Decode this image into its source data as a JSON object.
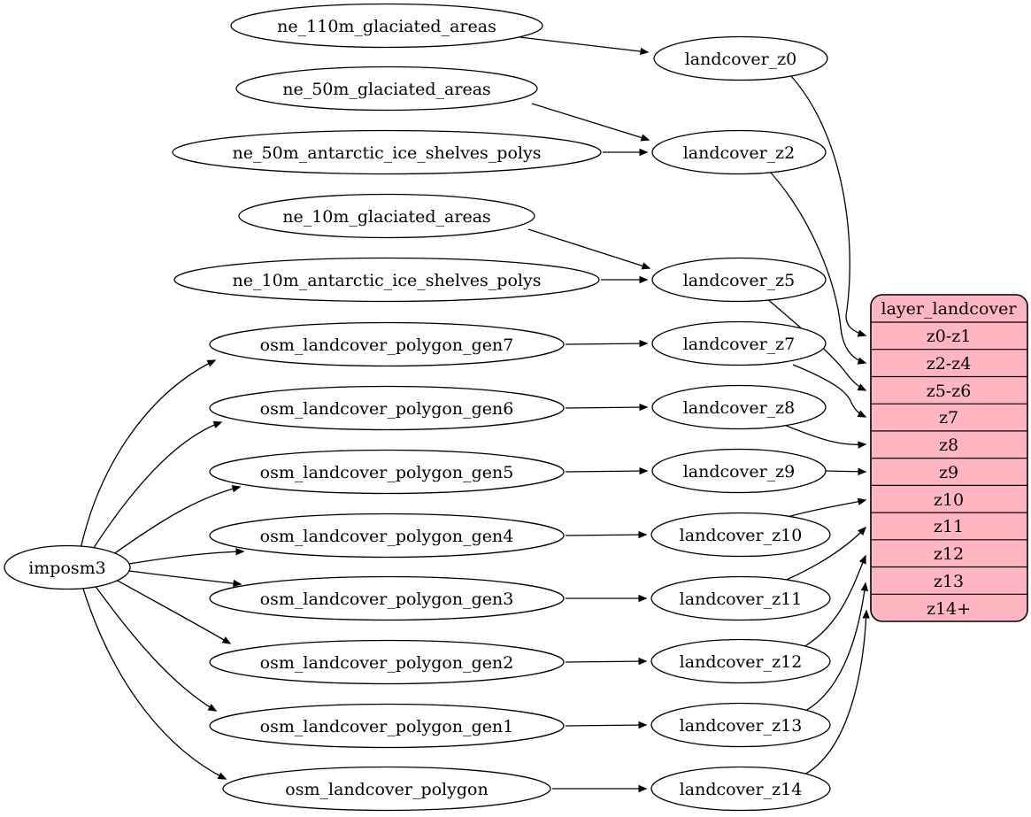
{
  "colors": {
    "background": "#ffffff",
    "node_fill": "#ffffff",
    "stroke": "#000000",
    "table_fill": "#ffb6c1"
  },
  "nodes": {
    "imposm3": {
      "label": "imposm3"
    },
    "sources": [
      {
        "label": "ne_110m_glaciated_areas"
      },
      {
        "label": "ne_50m_glaciated_areas"
      },
      {
        "label": "ne_50m_antarctic_ice_shelves_polys"
      },
      {
        "label": "ne_10m_glaciated_areas"
      },
      {
        "label": "ne_10m_antarctic_ice_shelves_polys"
      },
      {
        "label": "osm_landcover_polygon_gen7"
      },
      {
        "label": "osm_landcover_polygon_gen6"
      },
      {
        "label": "osm_landcover_polygon_gen5"
      },
      {
        "label": "osm_landcover_polygon_gen4"
      },
      {
        "label": "osm_landcover_polygon_gen3"
      },
      {
        "label": "osm_landcover_polygon_gen2"
      },
      {
        "label": "osm_landcover_polygon_gen1"
      },
      {
        "label": "osm_landcover_polygon"
      }
    ],
    "zoom_nodes": [
      {
        "label": "landcover_z0"
      },
      {
        "label": "landcover_z2"
      },
      {
        "label": "landcover_z5"
      },
      {
        "label": "landcover_z7"
      },
      {
        "label": "landcover_z8"
      },
      {
        "label": "landcover_z9"
      },
      {
        "label": "landcover_z10"
      },
      {
        "label": "landcover_z11"
      },
      {
        "label": "landcover_z12"
      },
      {
        "label": "landcover_z13"
      },
      {
        "label": "landcover_z14"
      }
    ]
  },
  "table": {
    "title": "layer_landcover",
    "rows": [
      "z0-z1",
      "z2-z4",
      "z5-z6",
      "z7",
      "z8",
      "z9",
      "z10",
      "z11",
      "z12",
      "z13",
      "z14+"
    ]
  },
  "edges": [
    {
      "from": "ne_110m_glaciated_areas",
      "to": "landcover_z0"
    },
    {
      "from": "ne_50m_glaciated_areas",
      "to": "landcover_z2"
    },
    {
      "from": "ne_50m_antarctic_ice_shelves_polys",
      "to": "landcover_z2"
    },
    {
      "from": "ne_10m_glaciated_areas",
      "to": "landcover_z5"
    },
    {
      "from": "ne_10m_antarctic_ice_shelves_polys",
      "to": "landcover_z5"
    },
    {
      "from": "imposm3",
      "to": "osm_landcover_polygon_gen7"
    },
    {
      "from": "imposm3",
      "to": "osm_landcover_polygon_gen6"
    },
    {
      "from": "imposm3",
      "to": "osm_landcover_polygon_gen5"
    },
    {
      "from": "imposm3",
      "to": "osm_landcover_polygon_gen4"
    },
    {
      "from": "imposm3",
      "to": "osm_landcover_polygon_gen3"
    },
    {
      "from": "imposm3",
      "to": "osm_landcover_polygon_gen2"
    },
    {
      "from": "imposm3",
      "to": "osm_landcover_polygon_gen1"
    },
    {
      "from": "imposm3",
      "to": "osm_landcover_polygon"
    },
    {
      "from": "osm_landcover_polygon_gen7",
      "to": "landcover_z7"
    },
    {
      "from": "osm_landcover_polygon_gen6",
      "to": "landcover_z8"
    },
    {
      "from": "osm_landcover_polygon_gen5",
      "to": "landcover_z9"
    },
    {
      "from": "osm_landcover_polygon_gen4",
      "to": "landcover_z10"
    },
    {
      "from": "osm_landcover_polygon_gen3",
      "to": "landcover_z11"
    },
    {
      "from": "osm_landcover_polygon_gen2",
      "to": "landcover_z12"
    },
    {
      "from": "osm_landcover_polygon_gen1",
      "to": "landcover_z13"
    },
    {
      "from": "osm_landcover_polygon",
      "to": "landcover_z14"
    },
    {
      "from": "landcover_z0",
      "to": "layer_landcover:z0-z1"
    },
    {
      "from": "landcover_z2",
      "to": "layer_landcover:z2-z4"
    },
    {
      "from": "landcover_z5",
      "to": "layer_landcover:z5-z6"
    },
    {
      "from": "landcover_z7",
      "to": "layer_landcover:z7"
    },
    {
      "from": "landcover_z8",
      "to": "layer_landcover:z8"
    },
    {
      "from": "landcover_z9",
      "to": "layer_landcover:z9"
    },
    {
      "from": "landcover_z10",
      "to": "layer_landcover:z10"
    },
    {
      "from": "landcover_z11",
      "to": "layer_landcover:z11"
    },
    {
      "from": "landcover_z12",
      "to": "layer_landcover:z12"
    },
    {
      "from": "landcover_z13",
      "to": "layer_landcover:z13"
    },
    {
      "from": "landcover_z14",
      "to": "layer_landcover:z14+"
    }
  ]
}
